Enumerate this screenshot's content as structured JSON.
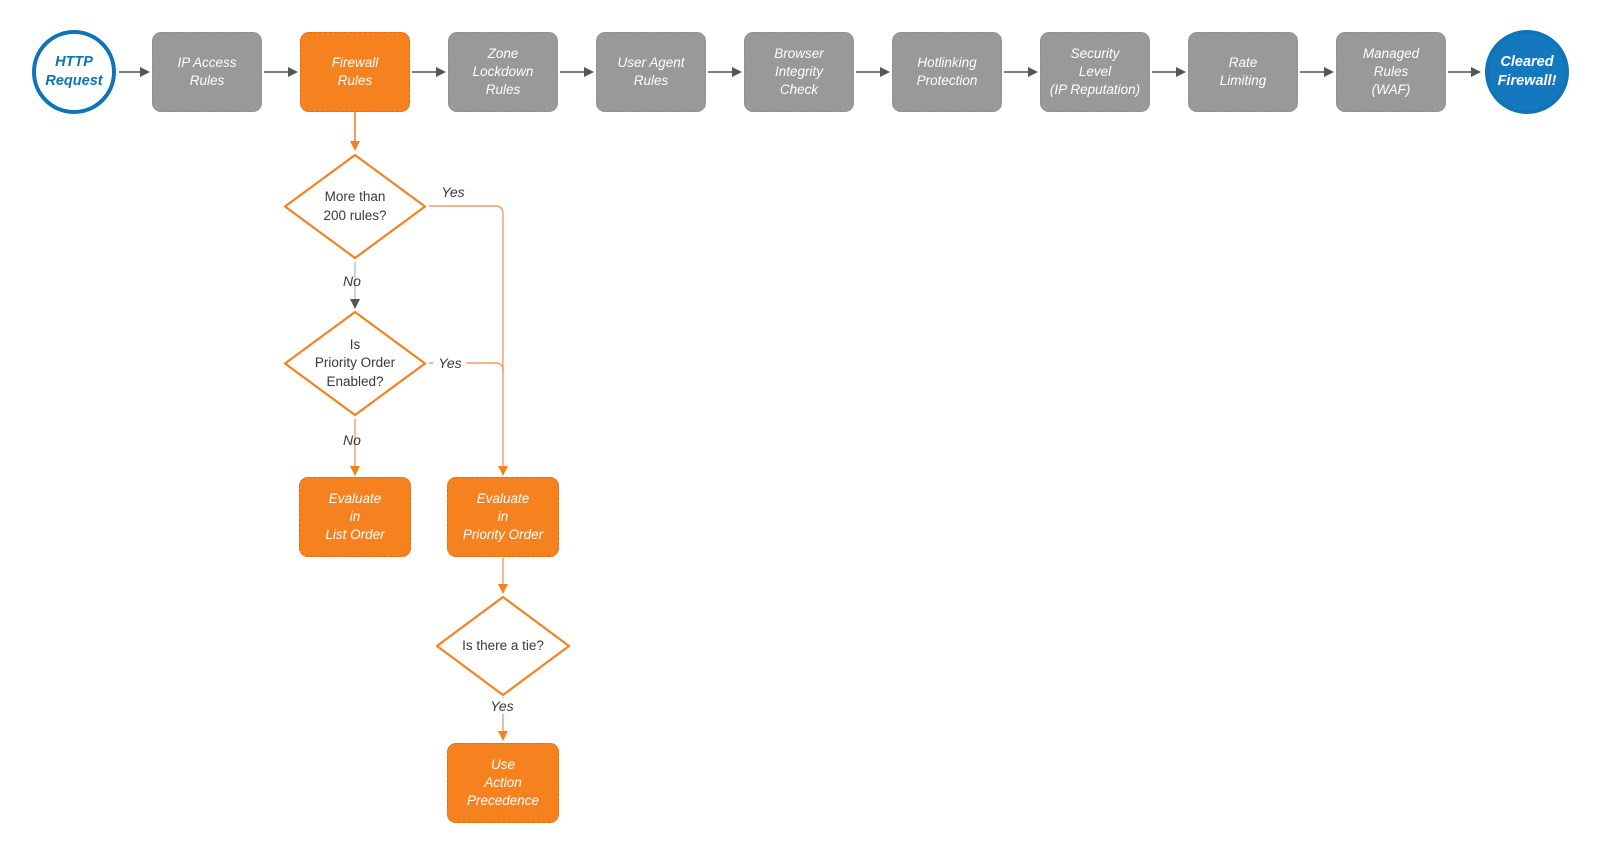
{
  "colors": {
    "orange": "#F6821F",
    "orange-line": "#F79B63",
    "gray": "#999999",
    "gray-border": "#8F8F8F",
    "arrow": "#555555",
    "line-gray": "#BDBDBD",
    "blue": "#0E74B8",
    "blue-fill": "#1478BE",
    "text-dark": "#3A3A3A"
  },
  "pipeline": [
    {
      "id": "http-request",
      "label": "HTTP\nRequest"
    },
    {
      "id": "ip-access-rules",
      "label": "IP Access\nRules"
    },
    {
      "id": "firewall-rules",
      "label": "Firewall\nRules"
    },
    {
      "id": "zone-lockdown-rules",
      "label": "Zone\nLockdown\nRules"
    },
    {
      "id": "user-agent-rules",
      "label": "User Agent\nRules"
    },
    {
      "id": "browser-integrity-check",
      "label": "Browser\nIntegrity\nCheck"
    },
    {
      "id": "hotlinking-protection",
      "label": "Hotlinking\nProtection"
    },
    {
      "id": "security-level",
      "label": "Security\nLevel\n(IP Reputation)"
    },
    {
      "id": "rate-limiting",
      "label": "Rate\nLimiting"
    },
    {
      "id": "managed-rules-waf",
      "label": "Managed\nRules\n(WAF)"
    },
    {
      "id": "cleared-firewall",
      "label": "Cleared\nFirewall!"
    }
  ],
  "decisions": [
    {
      "id": "more-than-200-rules",
      "label": "More than\n200 rules?"
    },
    {
      "id": "priority-order-enabled",
      "label": "Is\nPriority Order\nEnabled?"
    },
    {
      "id": "is-there-a-tie",
      "label": "Is there a tie?"
    }
  ],
  "actions": [
    {
      "id": "evaluate-list-order",
      "label": "Evaluate\nin\nList Order"
    },
    {
      "id": "evaluate-priority-order",
      "label": "Evaluate\nin\nPriority Order"
    },
    {
      "id": "use-action-precedence",
      "label": "Use\nAction\nPrecedence"
    }
  ],
  "edge_labels": {
    "rules_yes": "Yes",
    "rules_no": "No",
    "priority_yes": "Yes",
    "priority_no": "No",
    "tie_yes": "Yes"
  }
}
